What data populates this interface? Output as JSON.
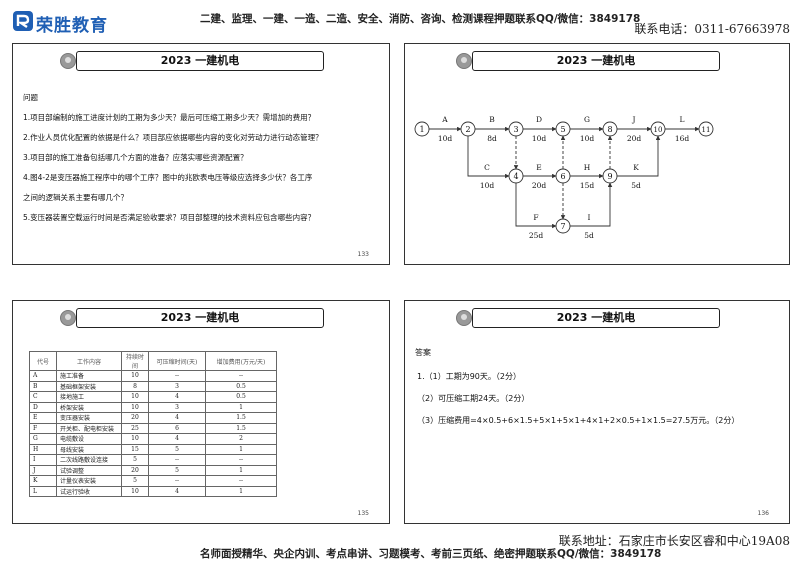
{
  "header": {
    "logo_text": "荣胜教育",
    "banner": "二建、监理、一建、一造、二造、安全、消防、咨询、检测课程押题联系QQ/微信：3849178",
    "phone": "联系电话：0311-67663978"
  },
  "footer": {
    "address": "联系地址：石家庄市长安区睿和中心19A08",
    "banner": "名师面授精华、央企内训、考点串讲、习题模考、考前三页纸、绝密押题联系QQ/微信：3849178"
  },
  "slides": [
    {
      "title": "2023 一建机电",
      "page": "133",
      "heading": "问题",
      "questions": [
        "1.项目部编制的施工进度计划的工期为多少天？最后可压缩工期多少天？需增加的费用？",
        "2.作业人员优化配置的依据是什么？项目部应依据哪些内容的变化对劳动力进行动态管理？",
        "3.项目部的施工准备包括哪几个方面的准备？应落实哪些资源配置？",
        "4.图4-2是变压器施工程序中的哪个工序？图中的兆欧表电压等级应选择多少伏？各工序",
        "之间的逻辑关系主要有哪几个？",
        "5.变压器装置空载运行时间是否满足验收要求？项目部整理的技术资料应包含哪些内容？"
      ]
    },
    {
      "title": "2023 一建机电",
      "network": {
        "nodes": [
          "1",
          "2",
          "3",
          "4",
          "5",
          "6",
          "7",
          "8",
          "9",
          "10",
          "11"
        ],
        "activities": [
          {
            "name": "A",
            "duration": "10d"
          },
          {
            "name": "B",
            "duration": "8d"
          },
          {
            "name": "C",
            "duration": "10d"
          },
          {
            "name": "D",
            "duration": "10d"
          },
          {
            "name": "E",
            "duration": "20d"
          },
          {
            "name": "F",
            "duration": "25d"
          },
          {
            "name": "G",
            "duration": "10d"
          },
          {
            "name": "H",
            "duration": "15d"
          },
          {
            "name": "I",
            "duration": "5d"
          },
          {
            "name": "J",
            "duration": "20d"
          },
          {
            "name": "K",
            "duration": "5d"
          },
          {
            "name": "L",
            "duration": "16d"
          }
        ]
      }
    },
    {
      "title": "2023 一建机电",
      "page": "135",
      "table": {
        "headers": [
          "代号",
          "工作内容",
          "持续时间",
          "可压缩时间(天)",
          "增加费用(万元/天)"
        ],
        "rows": [
          [
            "A",
            "施工准备",
            "10",
            "--",
            "--"
          ],
          [
            "B",
            "基础框架安装",
            "8",
            "3",
            "0.5"
          ],
          [
            "C",
            "接地施工",
            "10",
            "4",
            "0.5"
          ],
          [
            "D",
            "桥架安装",
            "10",
            "3",
            "1"
          ],
          [
            "E",
            "变压器安装",
            "20",
            "4",
            "1.5"
          ],
          [
            "F",
            "开关柜、配电柜安装",
            "25",
            "6",
            "1.5"
          ],
          [
            "G",
            "电缆敷设",
            "10",
            "4",
            "2"
          ],
          [
            "H",
            "母线安装",
            "15",
            "5",
            "1"
          ],
          [
            "I",
            "二次线路敷设连接",
            "5",
            "--",
            "--"
          ],
          [
            "J",
            "试验调整",
            "20",
            "5",
            "1"
          ],
          [
            "K",
            "计量仪表安装",
            "5",
            "--",
            "--"
          ],
          [
            "L",
            "试运行验收",
            "10",
            "4",
            "1"
          ]
        ]
      }
    },
    {
      "title": "2023 一建机电",
      "page": "136",
      "heading": "答案",
      "answers": [
        "1.（1）工期为90天。（2分）",
        "（2）可压缩工期24天。（2分）",
        "（3）压缩费用=4×0.5+6×1.5+5×1+5×1+4×1+2×0.5+1×1.5=27.5万元。（2分）"
      ]
    }
  ]
}
